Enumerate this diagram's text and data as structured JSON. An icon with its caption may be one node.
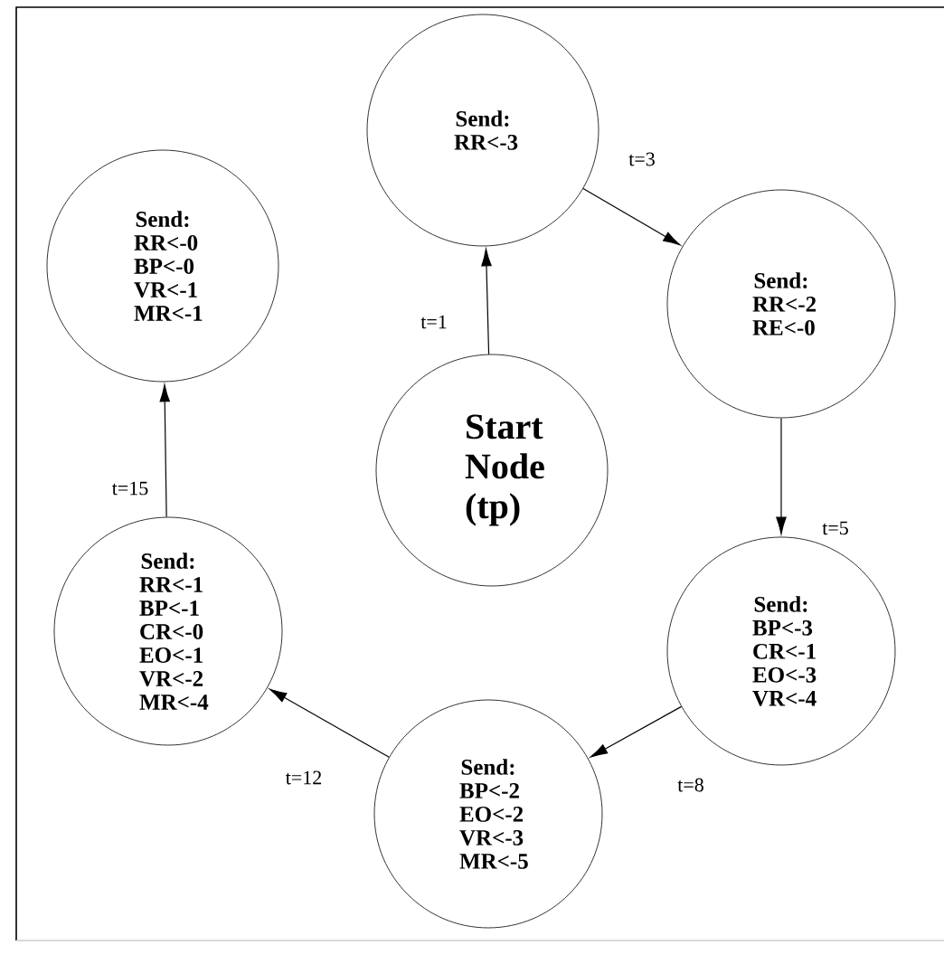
{
  "diagram": {
    "nodes": [
      {
        "text": [
          "Send: RR<-3"
        ]
      },
      {
        "text": [
          "Send: RR<-2 RE<-0"
        ]
      },
      {
        "text": [
          "Start Node (tp)"
        ]
      },
      {
        "text": [
          "Send: RR<-0 BP<-0 VR<-1 MR<-1"
        ]
      },
      {
        "text": [
          "Send: RR<-1 BP<-1 CR<-0 EO<-1 VR<-2 MR<-4"
        ]
      },
      {
        "text": [
          "Send: BP<-3 CR<-1 EO<-3 VR<-4"
        ]
      },
      {
        "text": [
          "Send: BP<-2 EO<-2 VR<-3 MR<-5"
        ]
      }
    ],
    "edges": [
      {
        "from": 2,
        "to": 0,
        "arrow": "to",
        "label": "t=1"
      },
      {
        "from": 0,
        "to": 1,
        "arrow": "to",
        "label": "t=3"
      },
      {
        "from": 1,
        "to": 5,
        "arrow": "to",
        "label": "t=5"
      },
      {
        "from": 5,
        "to": 6,
        "arrow": "to",
        "label": "t=8"
      },
      {
        "from": 6,
        "to": 4,
        "arrow": "to",
        "label": "t=12"
      },
      {
        "from": 4,
        "to": 3,
        "arrow": "to",
        "label": "t=15"
      }
    ]
  }
}
